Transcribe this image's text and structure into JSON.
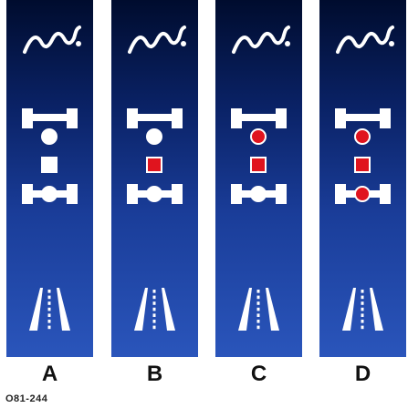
{
  "panels": [
    {
      "label": "A",
      "front_wheels": "white",
      "center": "white",
      "rear_wheels": "white"
    },
    {
      "label": "B",
      "front_wheels": "white",
      "center": "red",
      "rear_wheels": "white"
    },
    {
      "label": "C",
      "front_wheels": "red",
      "center": "red",
      "rear_wheels": "white"
    },
    {
      "label": "D",
      "front_wheels": "red",
      "center": "red",
      "rear_wheels": "red"
    }
  ],
  "code": "O81-244",
  "colors": {
    "red": "#e0141e",
    "white": "#ffffff",
    "panel_dark": "#000c2e",
    "panel_light": "#2a55bb"
  }
}
